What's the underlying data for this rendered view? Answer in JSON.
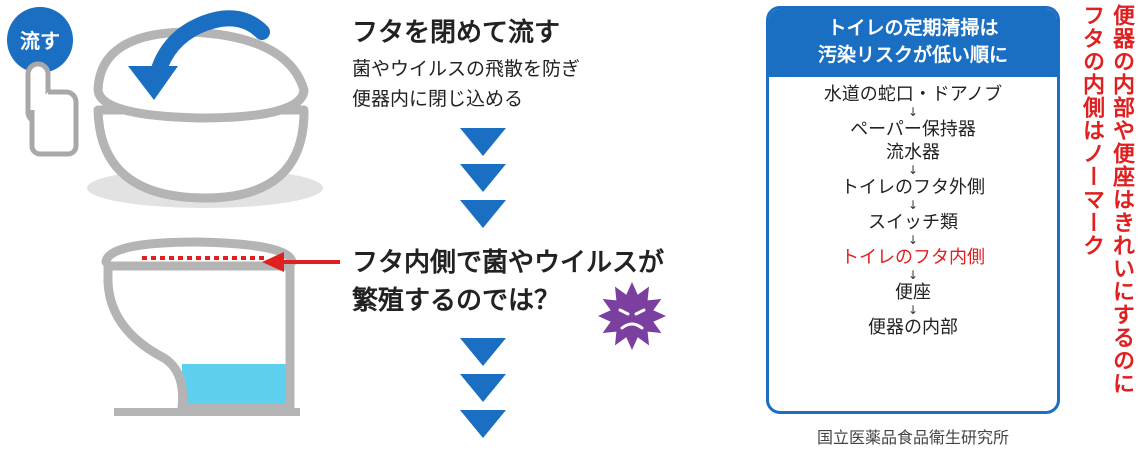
{
  "badge": {
    "label": "流す"
  },
  "step1": {
    "title": "フタを閉めて流す",
    "desc": [
      "菌やウイルスの飛散を防ぎ",
      "便器内に閉じ込める"
    ]
  },
  "step2": {
    "title": [
      "フタ内側で菌やウイルスが",
      "繁殖するのでは？"
    ]
  },
  "panel": {
    "header": [
      "トイレの定期清掃は",
      "汚染リスクが低い順に"
    ],
    "items": [
      {
        "label": "水道の蛇口・ドアノブ",
        "highlight": false
      },
      {
        "label": "ペーパー保持器",
        "highlight": false
      },
      {
        "label": "流水器",
        "highlight": false
      },
      {
        "label": "トイレのフタ外側",
        "highlight": false
      },
      {
        "label": "スイッチ類",
        "highlight": false
      },
      {
        "label": "トイレのフタ内側",
        "highlight": true
      },
      {
        "label": "便座",
        "highlight": false
      },
      {
        "label": "便器の内部",
        "highlight": false
      }
    ],
    "arrow_glyph": "↓",
    "source": "国立医薬品食品衛生研究所"
  },
  "vertical_note": [
    "便器の内部や便座はきれいにするのに",
    "フタの内側はノーマーク"
  ],
  "colors": {
    "accent_blue": "#1a6fc2",
    "highlight_red": "#e02020",
    "germ_purple": "#7b3fa0",
    "water_cyan": "#5fcff0",
    "toilet_gray": "#b4b4b4"
  }
}
